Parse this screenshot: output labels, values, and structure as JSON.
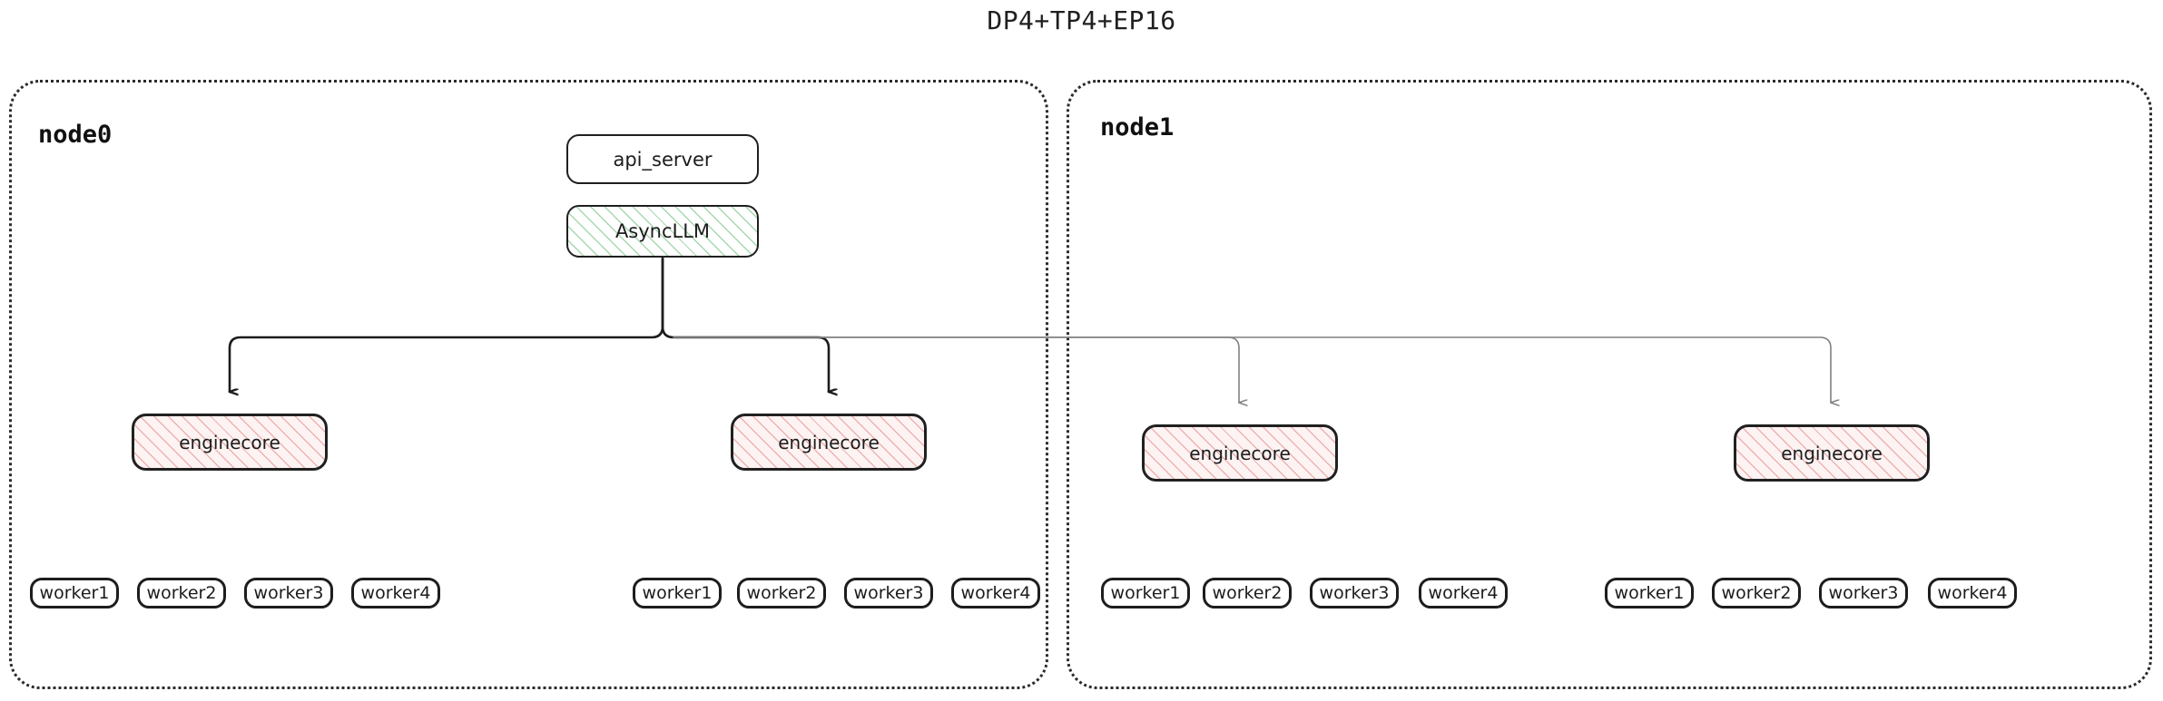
{
  "title": "DP4+TP4+EP16",
  "colors": {
    "background": "#ffffff",
    "text": "#1c1c1c",
    "container_border": "#2b2b2b",
    "box_border": "#1f1f1f",
    "async_hatch": "#5cb86e",
    "engine_hatch": "#e27c7c",
    "engine_fill": "#fdf3f3",
    "wire_dark": "#1c1c1c",
    "wire_light": "#808080"
  },
  "nodes": [
    {
      "id": "node0",
      "label": "node0",
      "top_boxes": [
        {
          "name": "api_server",
          "label": "api_server",
          "style": "plain"
        },
        {
          "name": "async_llm",
          "label": "AsyncLLM",
          "style": "green-hatch"
        }
      ],
      "enginecores": [
        {
          "label": "enginecore"
        },
        {
          "label": "enginecore"
        }
      ],
      "worker_groups": [
        {
          "workers": [
            "worker1",
            "worker2",
            "worker3",
            "worker4"
          ]
        },
        {
          "workers": [
            "worker1",
            "worker2",
            "worker3",
            "worker4"
          ]
        }
      ]
    },
    {
      "id": "node1",
      "label": "node1",
      "top_boxes": [],
      "enginecores": [
        {
          "label": "enginecore"
        },
        {
          "label": "enginecore"
        }
      ],
      "worker_groups": [
        {
          "workers": [
            "worker1",
            "worker2",
            "worker3",
            "worker4"
          ]
        },
        {
          "workers": [
            "worker1",
            "worker2",
            "worker3",
            "worker4"
          ]
        }
      ]
    }
  ]
}
